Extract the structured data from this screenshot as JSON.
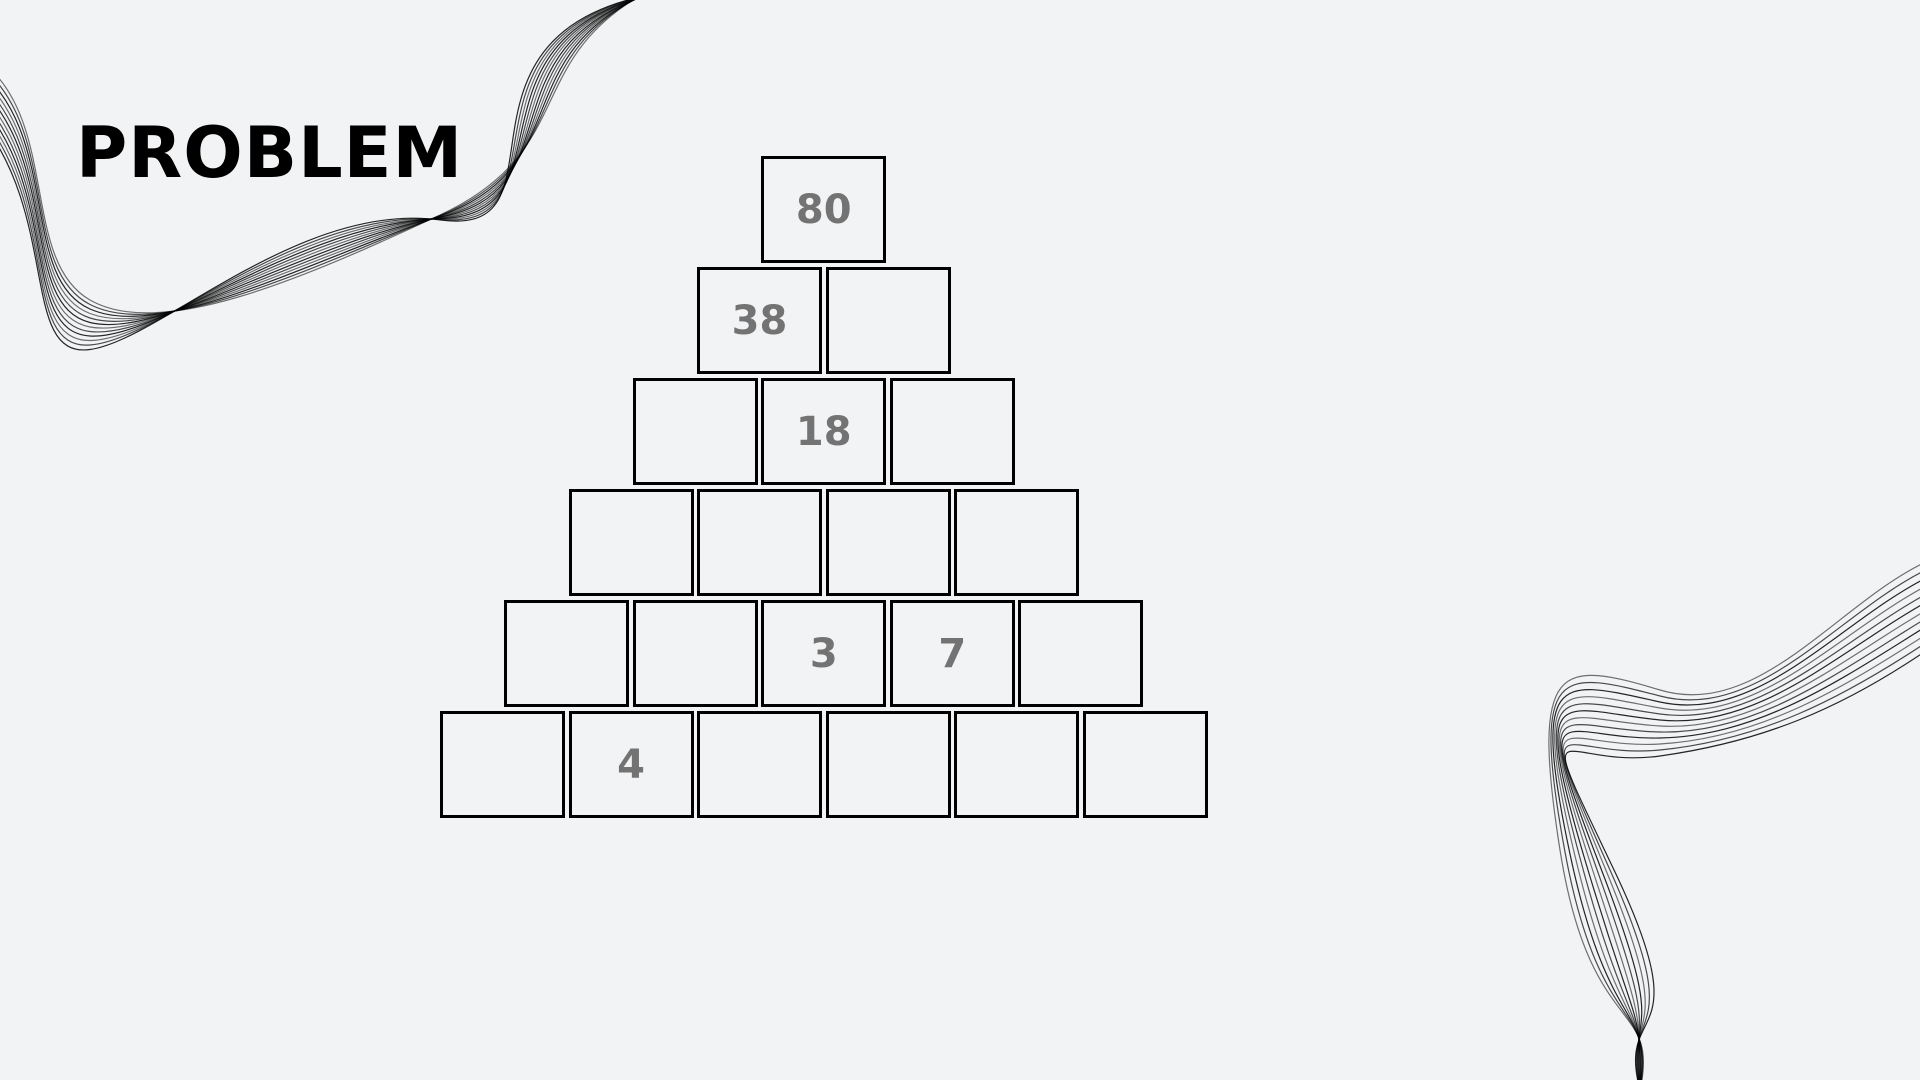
{
  "title": "PROBLEM",
  "colors": {
    "background": "#f2f3f5",
    "border": "#000000",
    "number_text": "#737373",
    "title_text": "#000000"
  },
  "pyramid": {
    "rows": [
      [
        "80"
      ],
      [
        "38",
        ""
      ],
      [
        "",
        "18",
        ""
      ],
      [
        "",
        "",
        "",
        ""
      ],
      [
        "",
        "",
        "3",
        "7",
        ""
      ],
      [
        "",
        "4",
        "",
        "",
        "",
        ""
      ]
    ]
  }
}
